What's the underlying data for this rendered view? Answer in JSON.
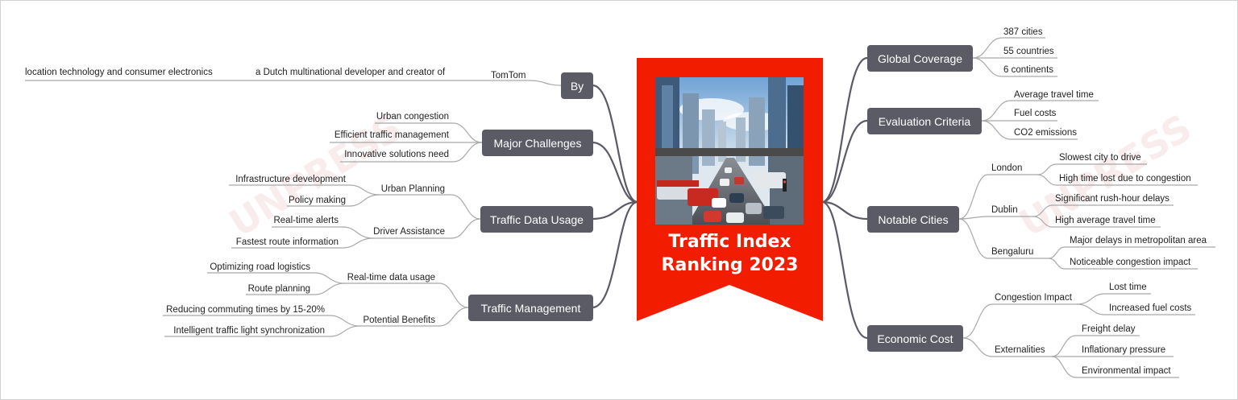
{
  "central_topic": {
    "title_line1": "Traffic Index",
    "title_line2": "Ranking 2023"
  },
  "watermark": "UNPRESS",
  "colors": {
    "center_bg": "#f21d00",
    "branch_bg": "#5b5b66",
    "branch_text": "#ffffff",
    "link": "#5b5b66",
    "leaf_line": "#a9a9a9",
    "watermark": "#f4dede"
  },
  "branches": {
    "by": {
      "label": "By",
      "child": "TomTom",
      "detail1": "a Dutch multinational developer and creator of",
      "detail2": "location technology and consumer electronics"
    },
    "major_challenges": {
      "label": "Major Challenges",
      "items": [
        "Urban congestion",
        "Efficient traffic management",
        "Innovative solutions need"
      ]
    },
    "traffic_data_usage": {
      "label": "Traffic Data Usage",
      "urban_planning": {
        "label": "Urban Planning",
        "items": [
          "Infrastructure development",
          "Policy making"
        ]
      },
      "driver_assistance": {
        "label": "Driver Assistance",
        "items": [
          "Real-time alerts",
          "Fastest route information"
        ]
      }
    },
    "traffic_management": {
      "label": "Traffic Management",
      "realtime": {
        "label": "Real-time data usage",
        "items": [
          "Optimizing road logistics",
          "Route planning"
        ]
      },
      "benefits": {
        "label": "Potential Benefits",
        "items": [
          "Reducing commuting times by 15-20%",
          "Intelligent traffic light synchronization"
        ]
      }
    },
    "global_coverage": {
      "label": "Global Coverage",
      "items": [
        "387 cities",
        "55 countries",
        "6 continents"
      ]
    },
    "evaluation_criteria": {
      "label": "Evaluation Criteria",
      "items": [
        "Average travel time",
        "Fuel costs",
        "CO2 emissions"
      ]
    },
    "notable_cities": {
      "label": "Notable Cities",
      "london": {
        "label": "London",
        "items": [
          "Slowest city to drive",
          "High time lost due to congestion"
        ]
      },
      "dublin": {
        "label": "Dublin",
        "items": [
          "Significant rush-hour delays",
          "High average travel time"
        ]
      },
      "bengaluru": {
        "label": "Bengaluru",
        "items": [
          "Major delays in metropolitan area",
          "Noticeable congestion impact"
        ]
      }
    },
    "economic_cost": {
      "label": "Economic Cost",
      "congestion": {
        "label": "Congestion Impact",
        "items": [
          "Lost time",
          "Increased fuel costs"
        ]
      },
      "externalities": {
        "label": "Externalities",
        "items": [
          "Freight delay",
          "Inflationary pressure",
          "Environmental impact"
        ]
      }
    }
  }
}
